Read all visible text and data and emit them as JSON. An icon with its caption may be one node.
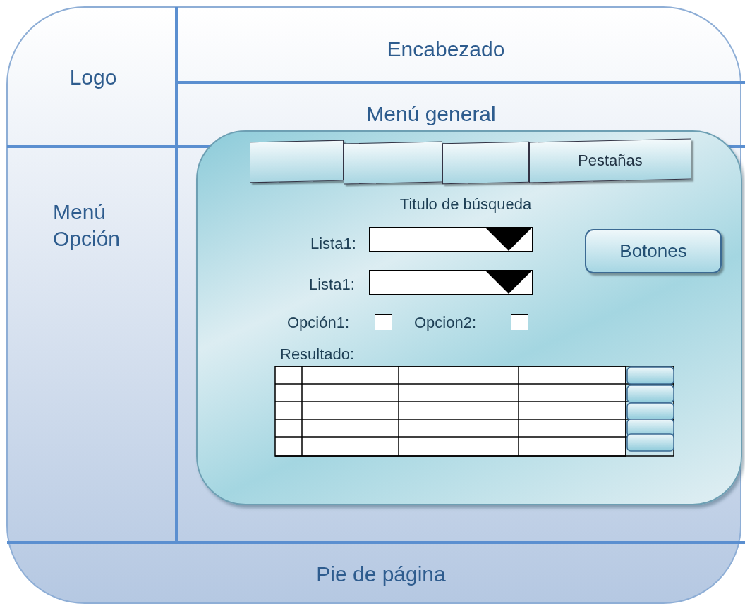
{
  "diagram": {
    "nodes": [
      {
        "text": [
          "Logo"
        ]
      },
      {
        "text": [
          "Encabezado"
        ]
      },
      {
        "text": [
          "Menú general"
        ]
      },
      {
        "text": [
          "Menú Opción"
        ]
      },
      {
        "text": [
          "Pie de página"
        ]
      },
      {
        "text": [],
        "shape": "box"
      },
      {
        "text": [],
        "shape": "box",
        "in": 5
      },
      {
        "text": [],
        "shape": "box",
        "in": 5
      },
      {
        "text": [],
        "shape": "box",
        "in": 5
      },
      {
        "text": [
          "Pestañas"
        ],
        "in": 5
      },
      {
        "text": [
          "Botones"
        ],
        "in": 5
      }
    ],
    "labels": [
      "Titulo de búsqueda",
      "Lista1:",
      "Lista1:",
      "Opción1:",
      "Opcion2:",
      "Resultado:"
    ]
  }
}
